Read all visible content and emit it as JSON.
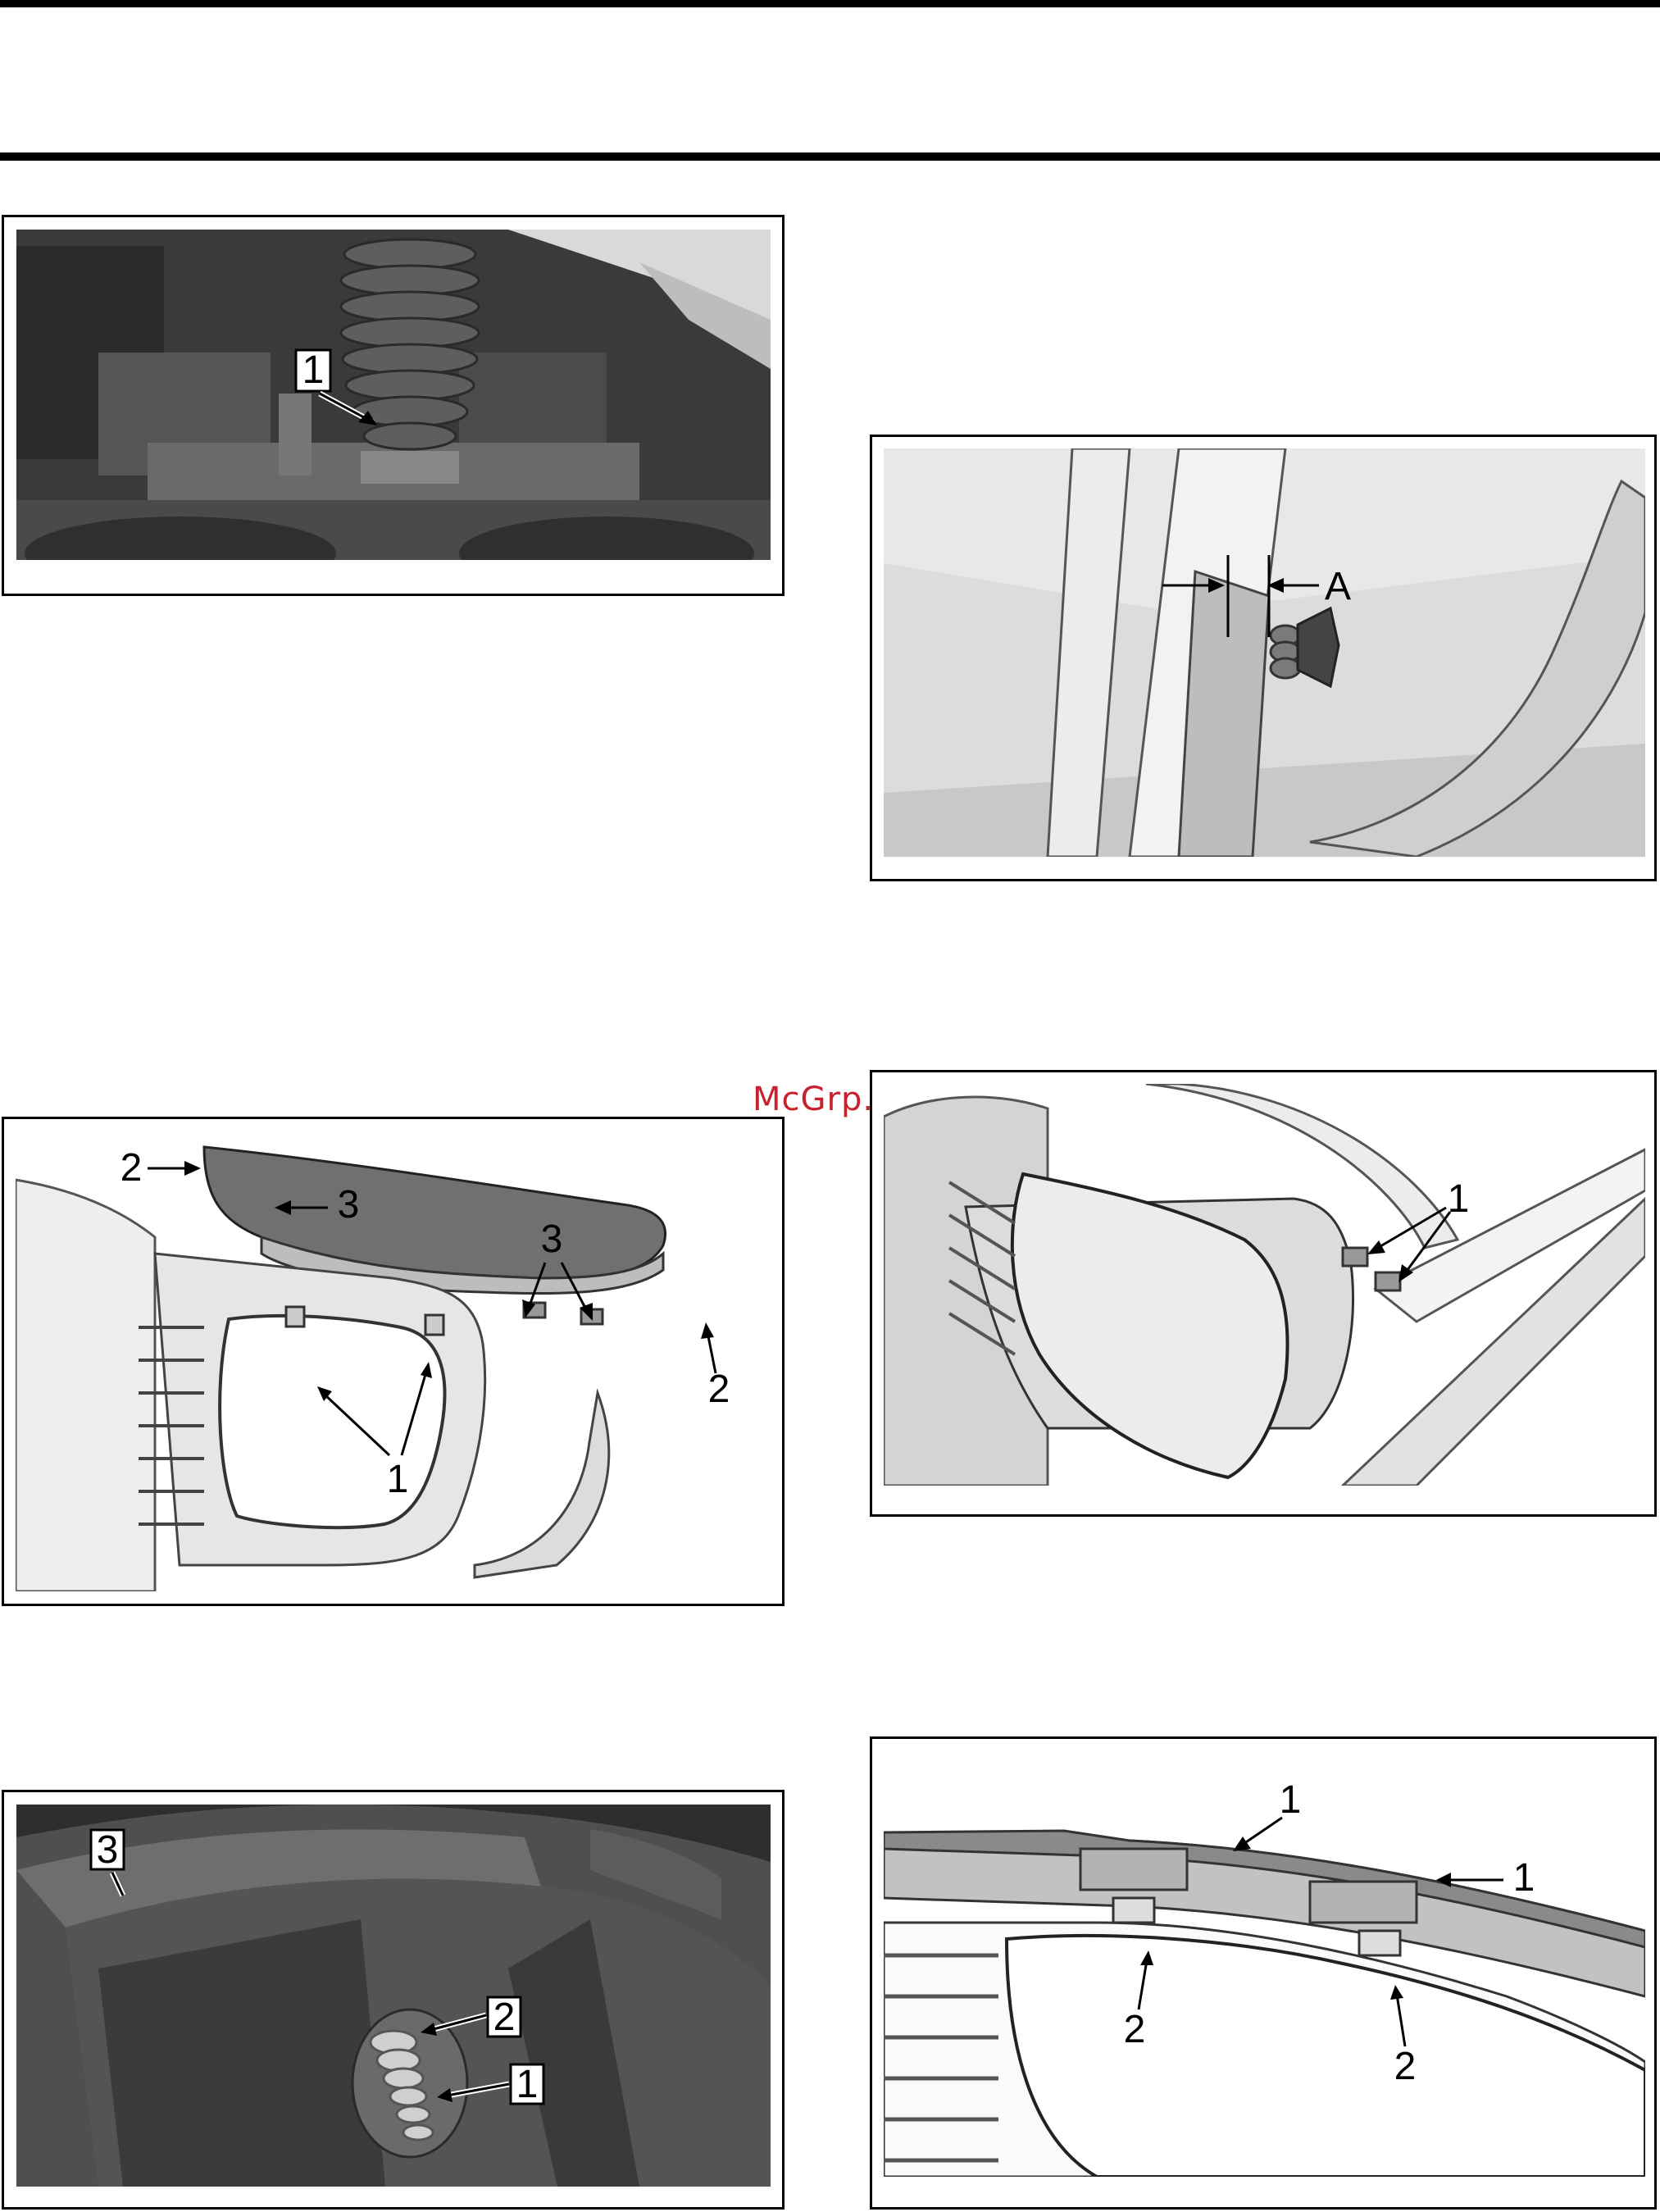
{
  "watermark": "McGrp.Ru",
  "figures": [
    {
      "id": "fig-bellows-clip",
      "kind": "photo",
      "callouts": [
        "1"
      ]
    },
    {
      "id": "fig-wing-nut",
      "kind": "drawing",
      "callouts": [
        "A"
      ]
    },
    {
      "id": "fig-vent-tabs-open",
      "kind": "drawing",
      "callouts": [
        "2",
        "3",
        "3",
        "1",
        "2"
      ]
    },
    {
      "id": "fig-grille-tabs",
      "kind": "drawing",
      "callouts": [
        "1"
      ]
    },
    {
      "id": "fig-panel-screw",
      "kind": "photo",
      "callouts": [
        "3",
        "2",
        "1"
      ]
    },
    {
      "id": "fig-rail-tabs",
      "kind": "drawing",
      "callouts": [
        "1",
        "1",
        "2",
        "2"
      ]
    }
  ]
}
